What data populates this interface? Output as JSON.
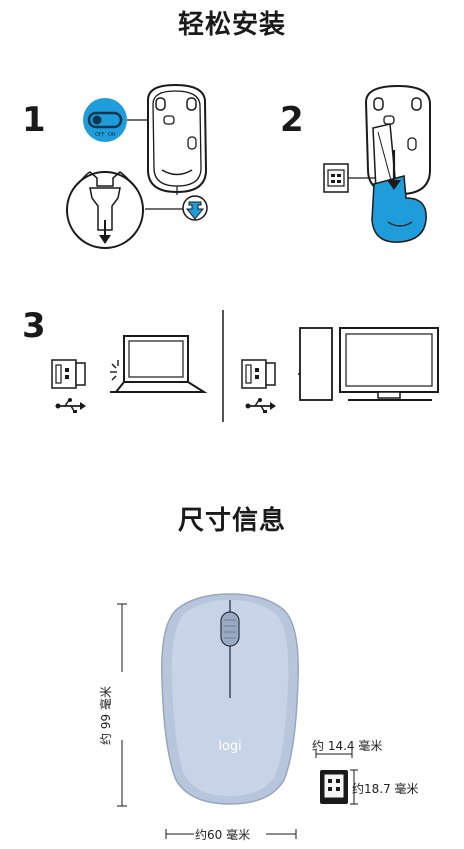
{
  "install": {
    "title": "轻松安装",
    "steps": [
      {
        "number": "1"
      },
      {
        "number": "2"
      },
      {
        "number": "3"
      }
    ],
    "switch_labels": {
      "off": "OFF",
      "on": "ON"
    }
  },
  "dimensions": {
    "title": "尺寸信息",
    "brand": "logi",
    "mouse_height": "约 99 毫米",
    "mouse_width": "约60 毫米",
    "receiver_width": "约 14.4 毫米",
    "receiver_height": "约18.7 毫米"
  },
  "colors": {
    "accent_blue": "#1f9ddb",
    "mouse_body": "#b8c6dc",
    "line": "#1a1a1a"
  }
}
